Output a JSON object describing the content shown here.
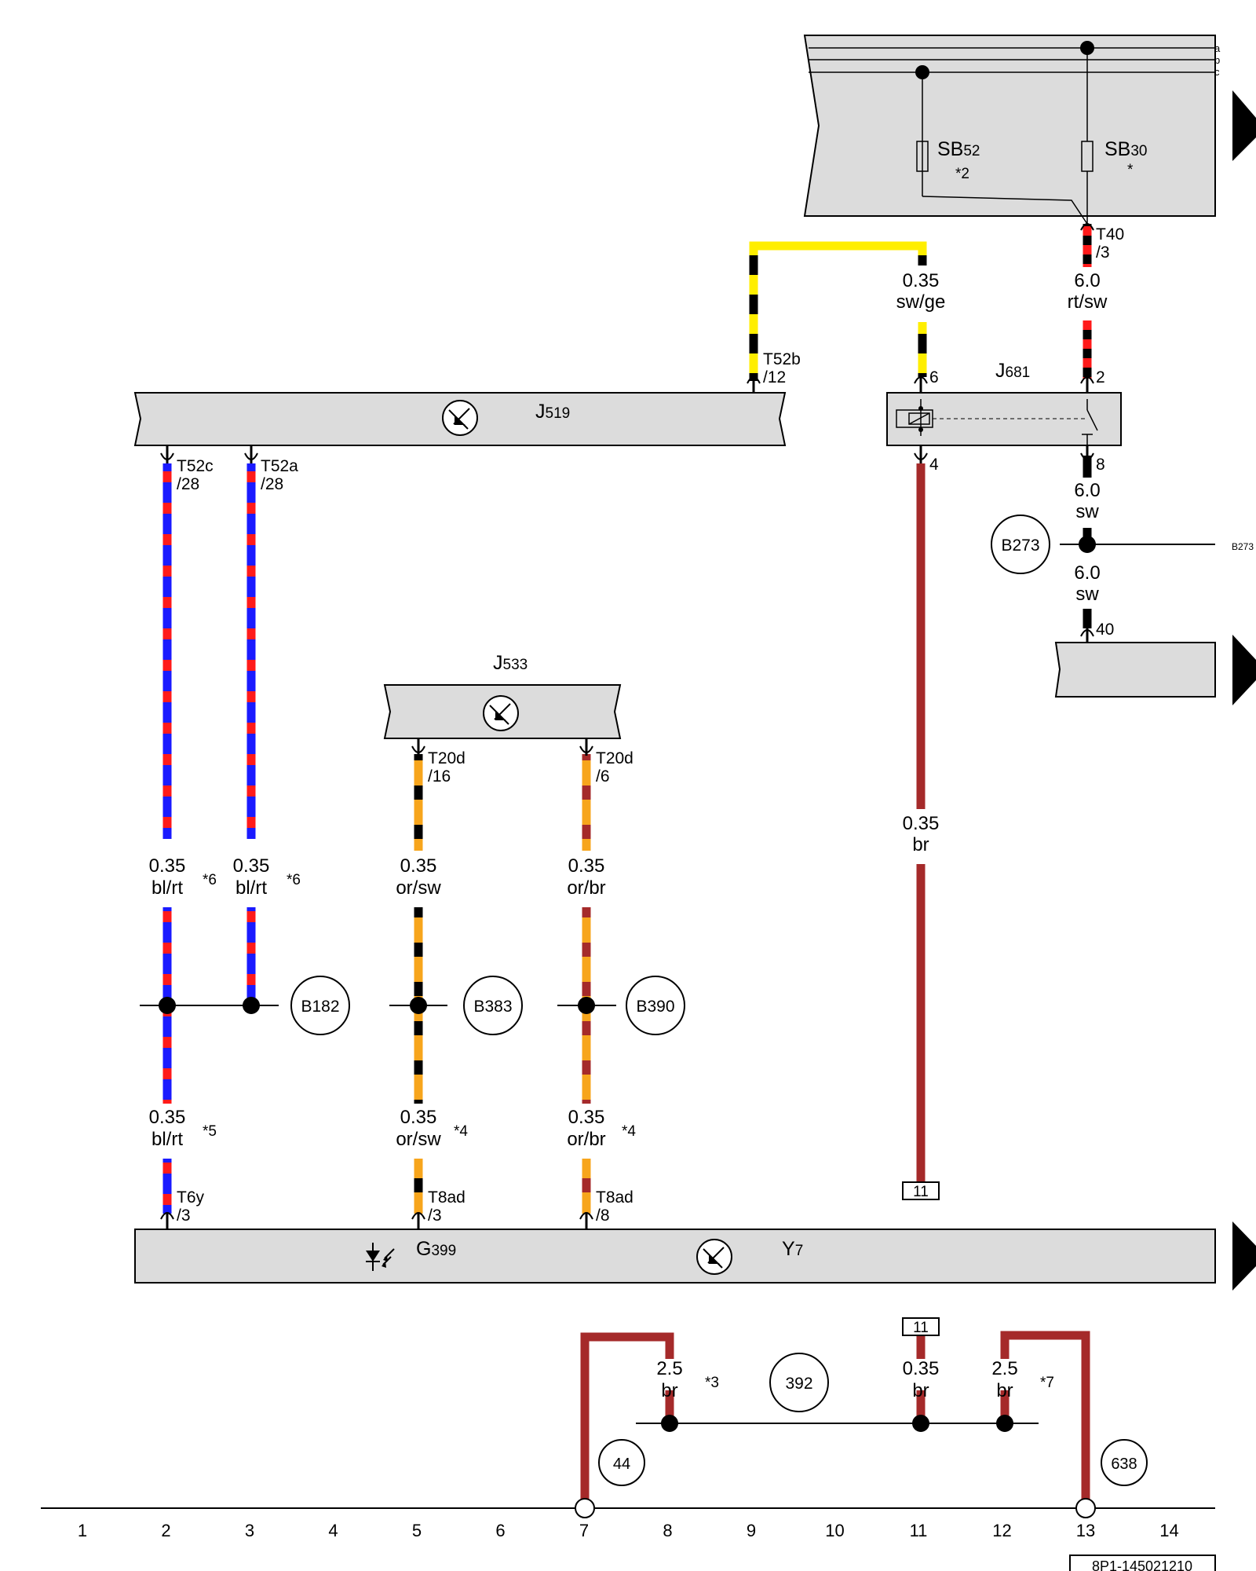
{
  "fuse_box": {
    "bus_labels": [
      "a",
      "b",
      "c"
    ],
    "fuses": [
      {
        "name": "SB",
        "index": "52",
        "note": "*2"
      },
      {
        "name": "SB",
        "index": "30",
        "note": "*"
      }
    ]
  },
  "components": {
    "j519": {
      "name": "J",
      "index": "519"
    },
    "j533": {
      "name": "J",
      "index": "533"
    },
    "j681": {
      "name": "J",
      "index": "681"
    },
    "g399": {
      "name": "G",
      "index": "399"
    },
    "y7": {
      "name": "Y",
      "index": "7"
    }
  },
  "connectors": {
    "t40": {
      "name": "T40",
      "pin": "/3"
    },
    "t52b": {
      "name": "T52b",
      "pin": "/12"
    },
    "j681_pin6": "6",
    "j681_pin2": "2",
    "j681_pin4": "4",
    "j681_pin8": "8",
    "pin40": "40",
    "t52c": {
      "name": "T52c",
      "pin": "/28"
    },
    "t52a": {
      "name": "T52a",
      "pin": "/28"
    },
    "t20d_16": {
      "name": "T20d",
      "pin": "/16"
    },
    "t20d_6": {
      "name": "T20d",
      "pin": "/6"
    },
    "t6y": {
      "name": "T6y",
      "pin": "/3"
    },
    "t8ad_3": {
      "name": "T8ad",
      "pin": "/3"
    },
    "t8ad_8": {
      "name": "T8ad",
      "pin": "/8"
    }
  },
  "wires": {
    "sw_ge": {
      "size": "0.35",
      "color": "sw/ge"
    },
    "rt_sw": {
      "size": "6.0",
      "color": "rt/sw"
    },
    "sw_1": {
      "size": "6.0",
      "color": "sw"
    },
    "sw_2": {
      "size": "6.0",
      "color": "sw"
    },
    "br_main": {
      "size": "0.35",
      "color": "br"
    },
    "blrt_1": {
      "size": "0.35",
      "color": "bl/rt",
      "note": "*6"
    },
    "blrt_2": {
      "size": "0.35",
      "color": "bl/rt",
      "note": "*6"
    },
    "orsw_1": {
      "size": "0.35",
      "color": "or/sw"
    },
    "orbr_1": {
      "size": "0.35",
      "color": "or/br"
    },
    "blrt_3": {
      "size": "0.35",
      "color": "bl/rt",
      "note": "*5"
    },
    "orsw_2": {
      "size": "0.35",
      "color": "or/sw",
      "note": "*4"
    },
    "orbr_2": {
      "size": "0.35",
      "color": "or/br",
      "note": "*4"
    },
    "br_25_a": {
      "size": "2.5",
      "color": "br",
      "note": "*3"
    },
    "br_035_b": {
      "size": "0.35",
      "color": "br"
    },
    "br_25_b": {
      "size": "2.5",
      "color": "br",
      "note": "*7"
    }
  },
  "splices": {
    "b273": "B273",
    "b273_ref": "B273",
    "b182": "B182",
    "b383": "B383",
    "b390": "B390",
    "s392": "392"
  },
  "grounds": {
    "g44": "44",
    "g638": "638"
  },
  "references": {
    "ref_top": "11",
    "ref_bottom": "11"
  },
  "columns": [
    "1",
    "2",
    "3",
    "4",
    "5",
    "6",
    "7",
    "8",
    "9",
    "10",
    "11",
    "12",
    "13",
    "14"
  ],
  "diagram_id": "8P1-145021210",
  "colors": {
    "black": "#000000",
    "yellow": "#ffee00",
    "red": "#ff1a1a",
    "blue": "#1a1aff",
    "orange": "#f7a51c",
    "brown": "#a52a2a",
    "box_fill": "#dcdcdc"
  }
}
